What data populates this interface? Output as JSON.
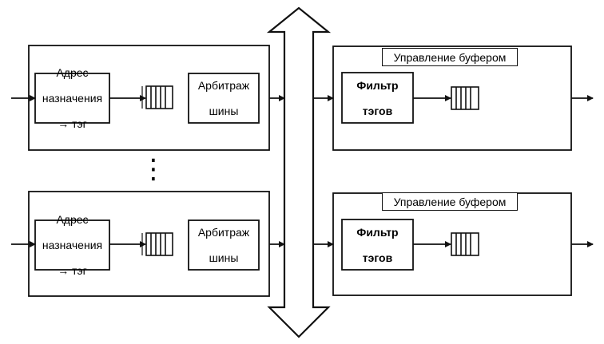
{
  "diagram": {
    "modules": [
      {
        "input_unit": {
          "line1": "Адрес",
          "line2": "назначения",
          "line3": "→ тэг"
        },
        "arbiter": {
          "line1": "Арбитраж",
          "line2": "шины"
        }
      },
      {
        "input_unit": {
          "line1": "Адрес",
          "line2": "назначения",
          "line3": "→ тэг"
        },
        "arbiter": {
          "line1": "Арбитраж",
          "line2": "шины"
        }
      }
    ],
    "outputs": [
      {
        "title": "Управление буфером",
        "filter": {
          "line1": "Фильтр",
          "line2": "тэгов"
        }
      },
      {
        "title": "Управление буфером",
        "filter": {
          "line1": "Фильтр",
          "line2": "тэгов"
        }
      }
    ],
    "continuation": "⋮"
  }
}
